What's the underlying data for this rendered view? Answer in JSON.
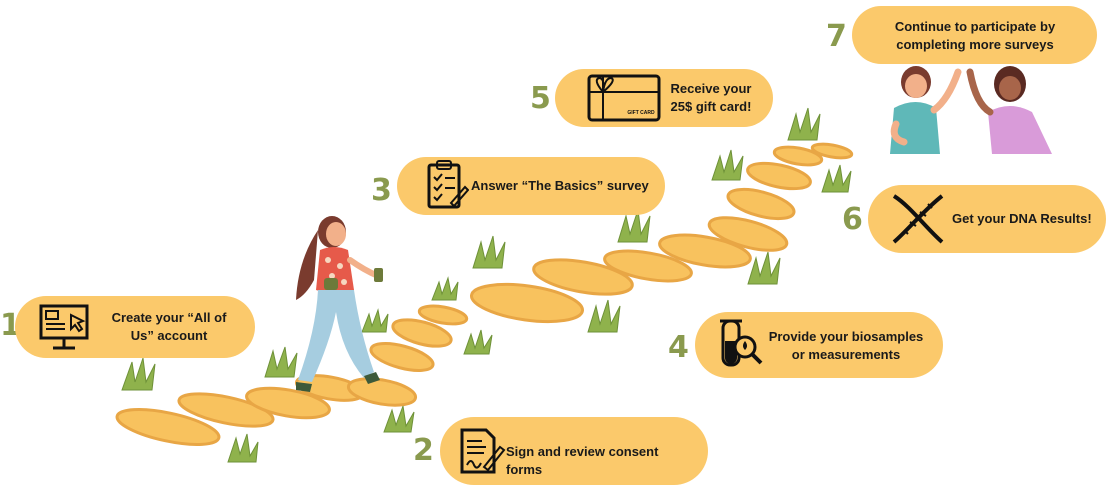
{
  "steps": [
    {
      "number": "1",
      "text": "Create your “All of Us” account",
      "icon": "computer-icon"
    },
    {
      "number": "2",
      "text": "Sign and review consent forms",
      "icon": "signed-document-icon"
    },
    {
      "number": "3",
      "text": "Answer “The Basics” survey",
      "icon": "clipboard-checklist-icon"
    },
    {
      "number": "4",
      "text": "Provide your biosamples or measurements",
      "icon": "test-tube-magnifier-icon"
    },
    {
      "number": "5",
      "text": "Receive your 25$ gift card!",
      "icon": "gift-card-icon",
      "card_label": "GIFT CARD"
    },
    {
      "number": "6",
      "text": "Get your DNA Results!",
      "icon": "dna-icon"
    },
    {
      "number": "7",
      "text": "Continue to participate by completing more surveys",
      "icon": "high-five-people-icon"
    }
  ],
  "colors": {
    "pill": "#fbc96b",
    "number": "#8a9a4e",
    "stone": "#f8c25e",
    "stone_edge": "#e8a645",
    "grass": "#8fb24c"
  }
}
